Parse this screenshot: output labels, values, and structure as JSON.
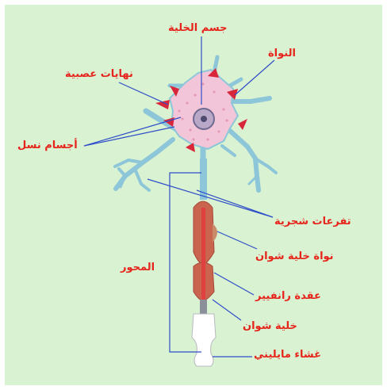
{
  "labels": {
    "cell_body": "جسم الخلية",
    "nucleus": "النواة",
    "nerve_endings": "نهايات عصبية",
    "nissl_bodies": "أجسام نسل",
    "dendrites": "تفرعات شجرية",
    "schwann_nucleus": "نواة خلية شوان",
    "axon": "المحور",
    "ranvier_node": "عقدة رانفيير",
    "schwann_cell": "خلية شوان",
    "myelin_sheath": "غشاء مايليني"
  },
  "colors": {
    "background": "#d9f2d1",
    "label_text": "#e6241b",
    "leader_line": "#2f4ec9",
    "soma_fill": "#f2c6d8",
    "dendrite_fill": "#8cc6d8",
    "nerve_ending_red": "#d8263a",
    "axon_sheath": "#c98a6a",
    "myelin_white": "#ffffff"
  }
}
